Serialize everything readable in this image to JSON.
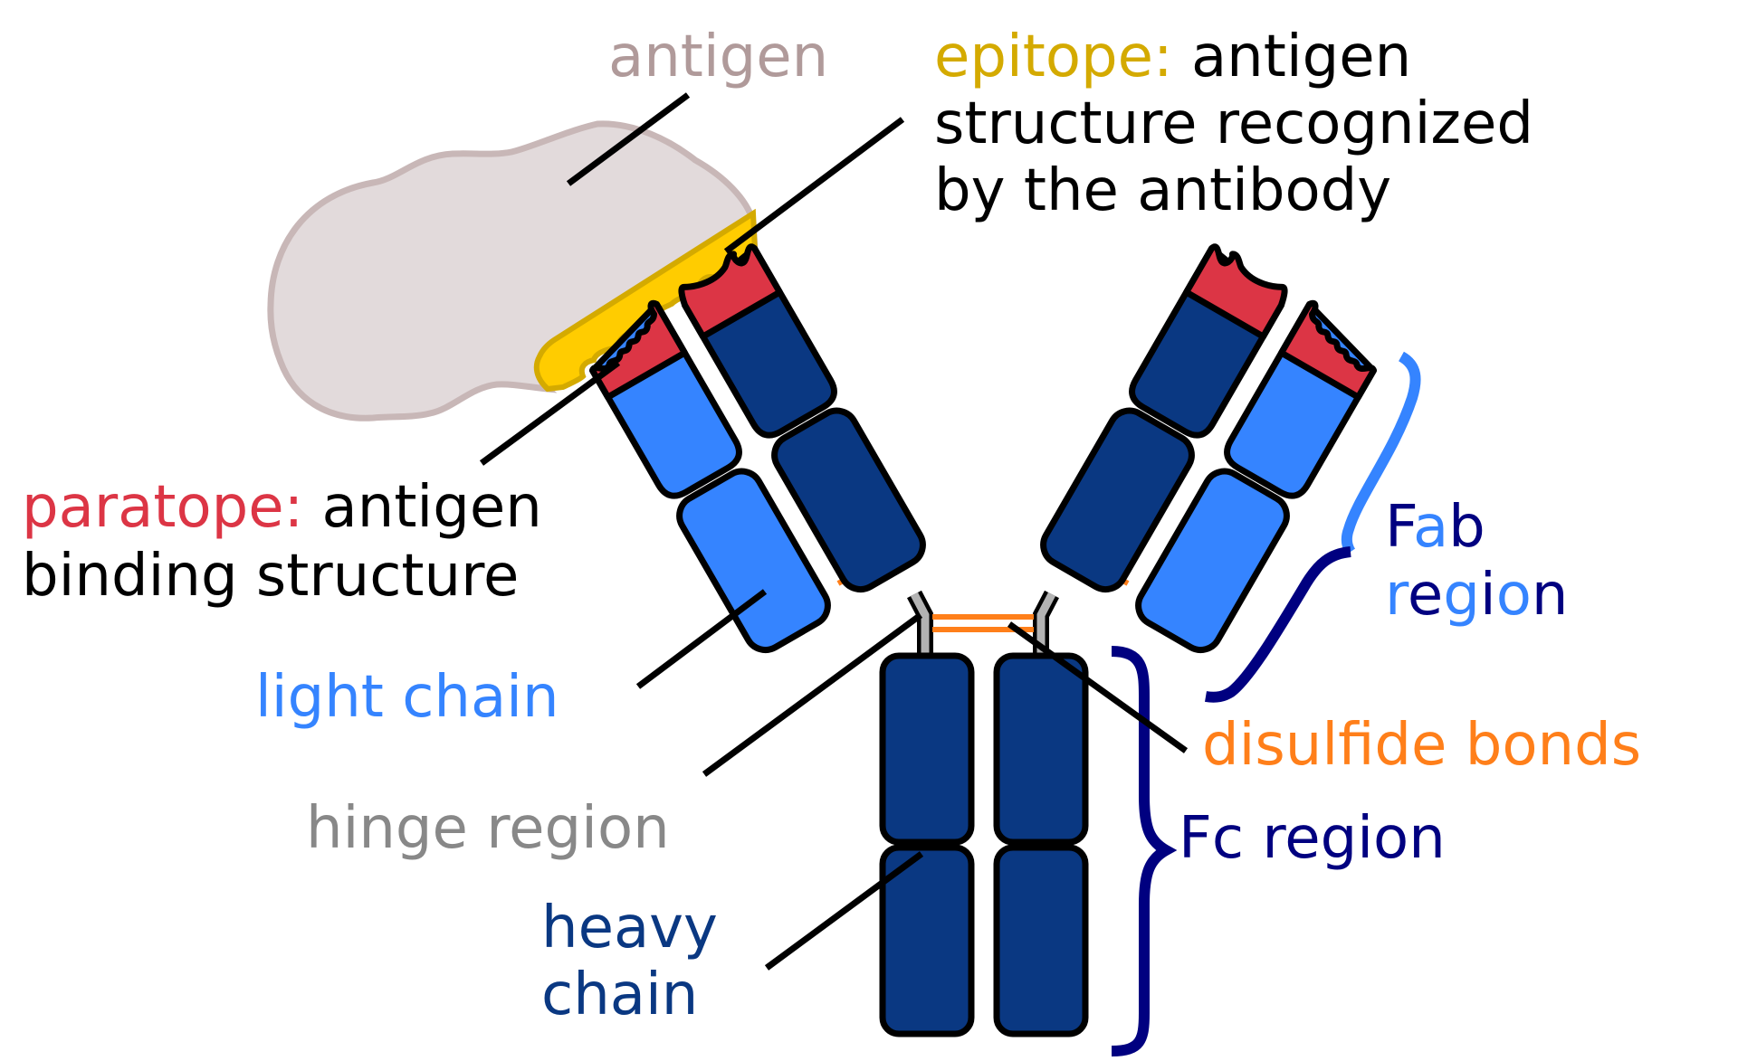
{
  "title": "Antibody structure",
  "colors": {
    "antigen_fill": "#e2dadb",
    "antigen_stroke": "#c8b7b7",
    "antigen_text": "#b09a9a",
    "epitope_fill": "#ffcc00",
    "epitope_stroke": "#d4aa00",
    "epitope_text": "#d4aa00",
    "paratope": "#dc3545",
    "light_chain": "#3584ff",
    "heavy_chain": "#0a3882",
    "heavy_text": "#0a3882",
    "hinge": "#b3b3b3",
    "hinge_text": "#888888",
    "disulfide": "#ff7f1a",
    "region_navy": "#000080",
    "outline": "#000000"
  },
  "labels": {
    "antigen": "antigen",
    "epitope_term": "epitope:",
    "epitope_desc_1": " antigen",
    "epitope_desc_2": "structure recognized",
    "epitope_desc_3": "by the antibody",
    "paratope_term": "paratope:",
    "paratope_desc_1": " antigen",
    "paratope_desc_2": "binding structure",
    "light_chain": "light chain",
    "hinge_region": "hinge region",
    "heavy_chain_1": "heavy",
    "heavy_chain_2": "chain",
    "disulfide_bonds": "disulfide bonds",
    "fc_region": "Fc region",
    "fab_line1": [
      {
        "t": "F",
        "c": "navy"
      },
      {
        "t": "a",
        "c": "light"
      },
      {
        "t": "b",
        "c": "navy"
      }
    ],
    "fab_line2": [
      {
        "t": "r",
        "c": "light"
      },
      {
        "t": "e",
        "c": "navy"
      },
      {
        "t": "g",
        "c": "light"
      },
      {
        "t": "i",
        "c": "navy"
      },
      {
        "t": "o",
        "c": "light"
      },
      {
        "t": "n",
        "c": "navy"
      }
    ]
  }
}
